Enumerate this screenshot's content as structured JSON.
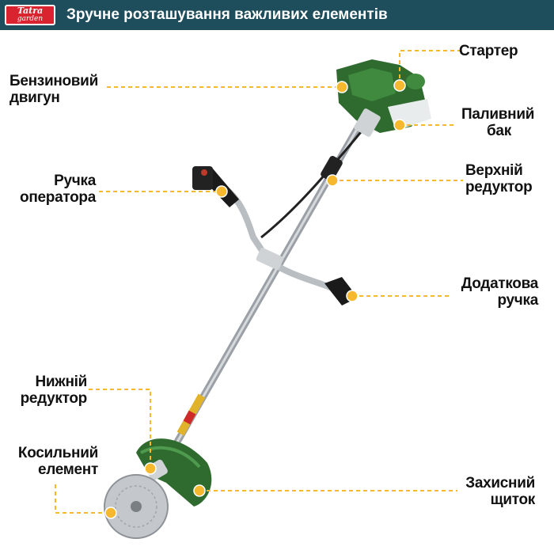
{
  "header": {
    "logo_top": "Tatra",
    "logo_bottom": "garden",
    "title": "Зручне розташування важливих елементів"
  },
  "colors": {
    "header_bg": "#1e4d5c",
    "marker": "#f5b82e",
    "leader": "#f5b82e",
    "machine_green": "#2f6b2f",
    "logo_red": "#d9232e"
  },
  "labels": {
    "starter": [
      "Стартер"
    ],
    "engine": [
      "Бензиновий",
      "двигун"
    ],
    "fuel_tank": [
      "Паливний",
      "бак"
    ],
    "operator_handle": [
      "Ручка",
      "оператора"
    ],
    "upper_gearbox": [
      "Верхній",
      "редуктор"
    ],
    "extra_handle": [
      "Додаткова",
      "ручка"
    ],
    "lower_gearbox": [
      "Нижній",
      "редуктор"
    ],
    "cutting_element": [
      "Косильний",
      "елемент"
    ],
    "guard": [
      "Захисний",
      "щиток"
    ]
  }
}
